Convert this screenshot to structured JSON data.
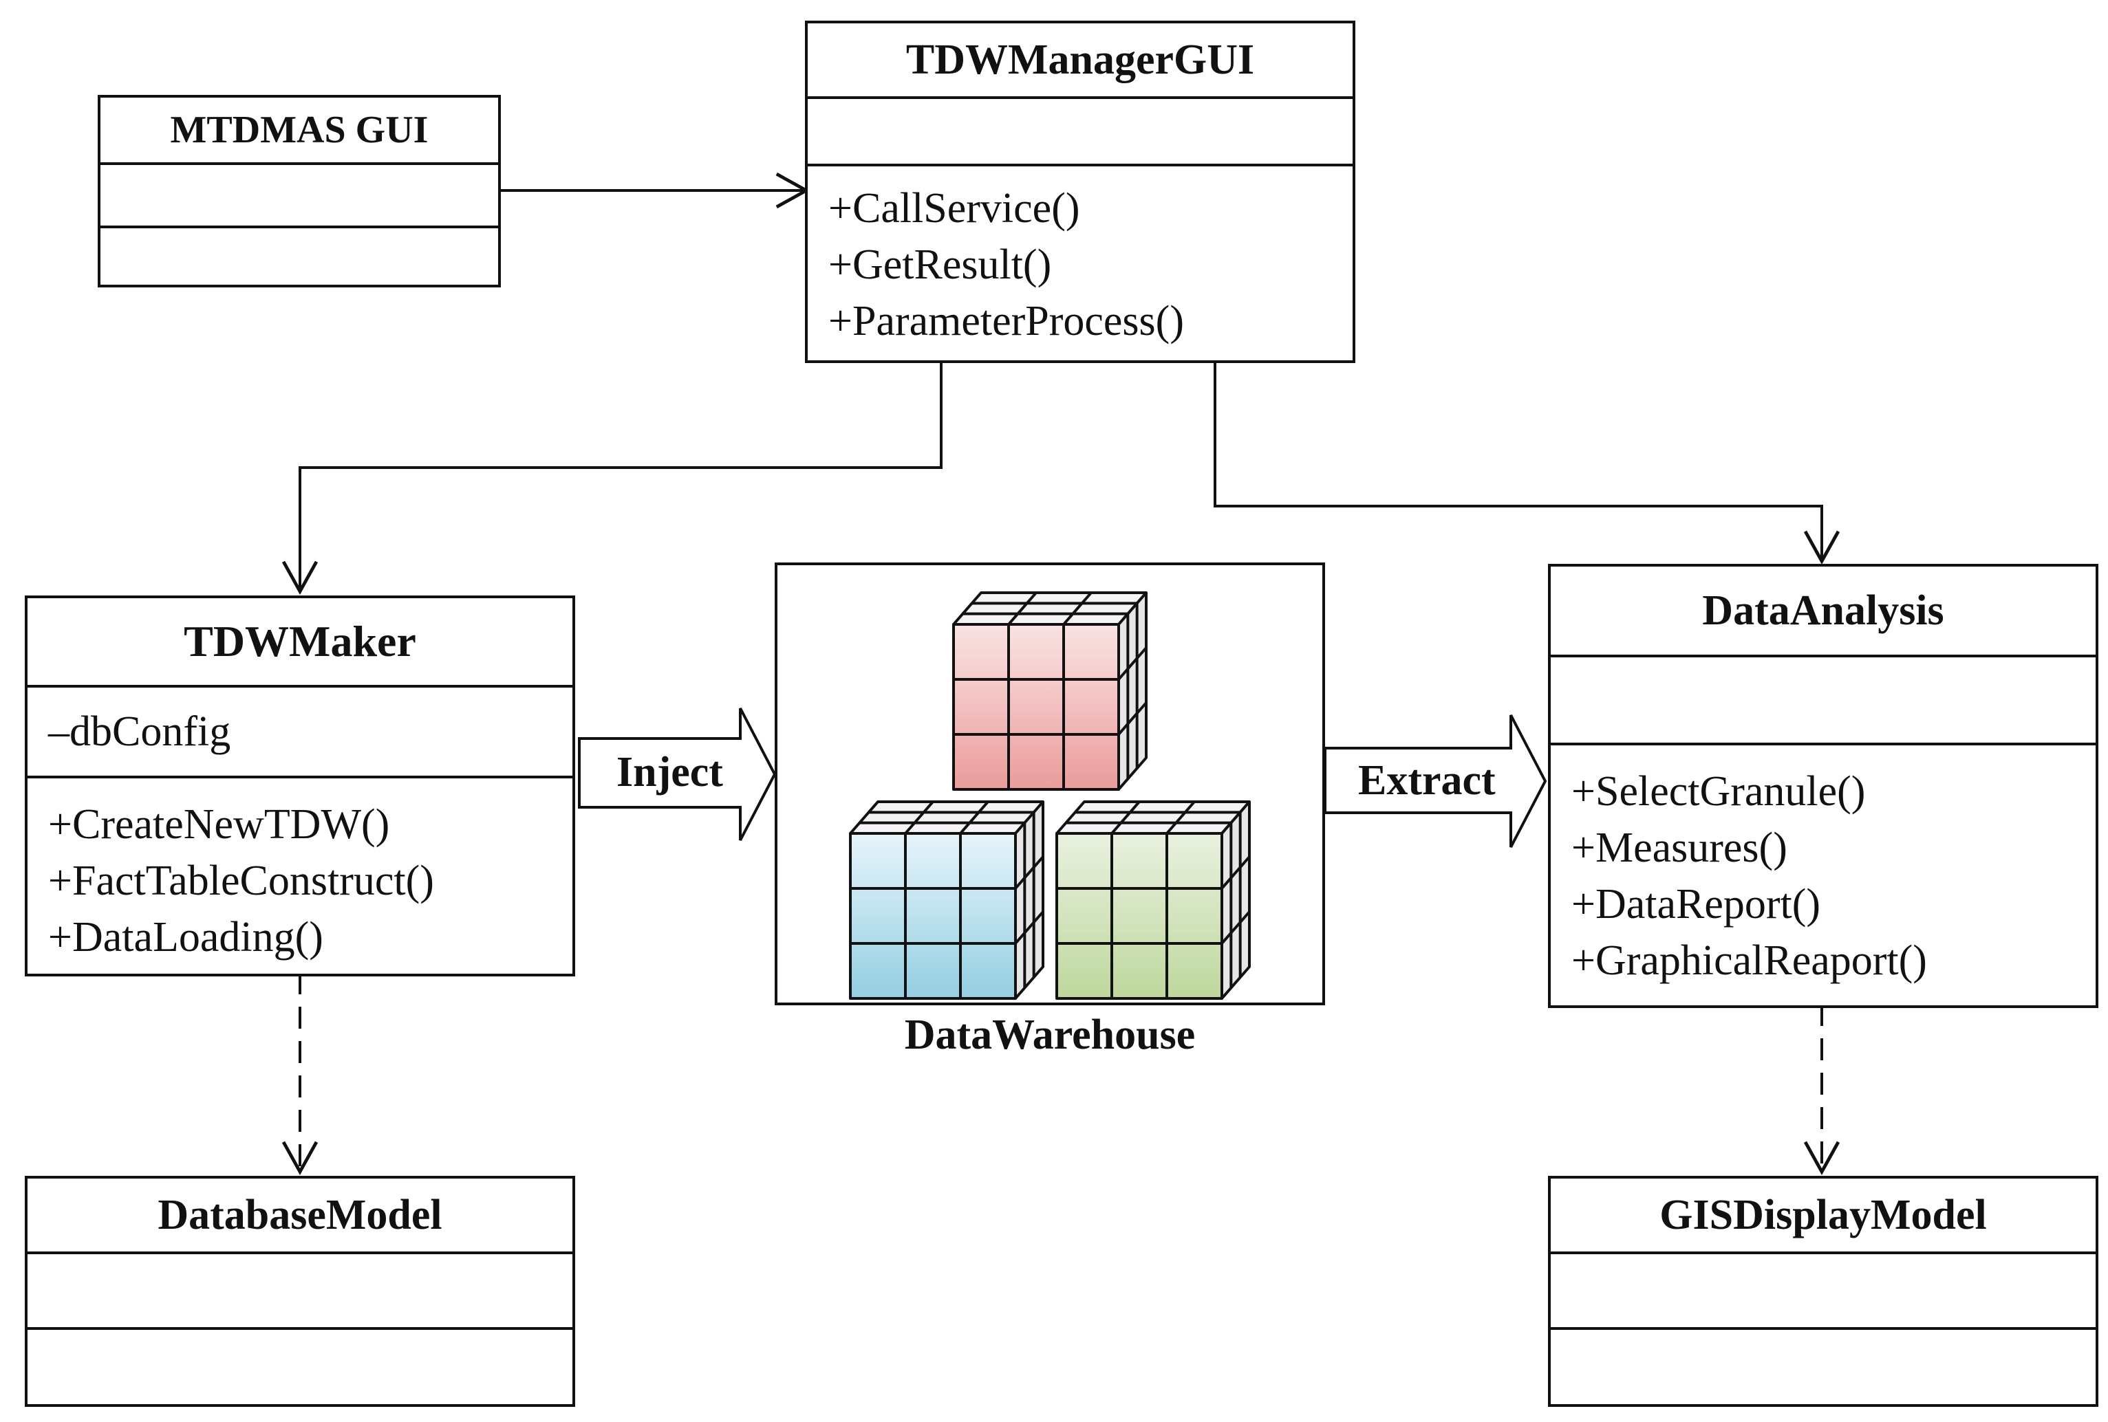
{
  "classes": {
    "mtdmas_gui": {
      "name": "MTDMAS GUI"
    },
    "tdw_manager_gui": {
      "name": "TDWManagerGUI",
      "operations": [
        "+CallService()",
        "+GetResult()",
        "+ParameterProcess()"
      ]
    },
    "tdw_maker": {
      "name": "TDWMaker",
      "attributes": [
        "–dbConfig"
      ],
      "operations": [
        "+CreateNewTDW()",
        "+FactTableConstruct()",
        "+DataLoading()"
      ]
    },
    "data_analysis": {
      "name": "DataAnalysis",
      "operations": [
        "+SelectGranule()",
        "+Measures()",
        "+DataReport()",
        "+GraphicalReaport()"
      ]
    },
    "database_model": {
      "name": "DatabaseModel"
    },
    "gis_display_model": {
      "name": "GISDisplayModel"
    }
  },
  "warehouse": {
    "label": "DataWarehouse"
  },
  "arrows": {
    "inject": "Inject",
    "extract": "Extract"
  },
  "cube_colors": {
    "red": [
      "#f9e3e3",
      "#eb9c9c"
    ],
    "blue": [
      "#e6f4fa",
      "#94cfe2"
    ],
    "green": [
      "#e9f1df",
      "#bdd79d"
    ],
    "side": "#e6e6e6",
    "top": "#f4f4f4"
  }
}
